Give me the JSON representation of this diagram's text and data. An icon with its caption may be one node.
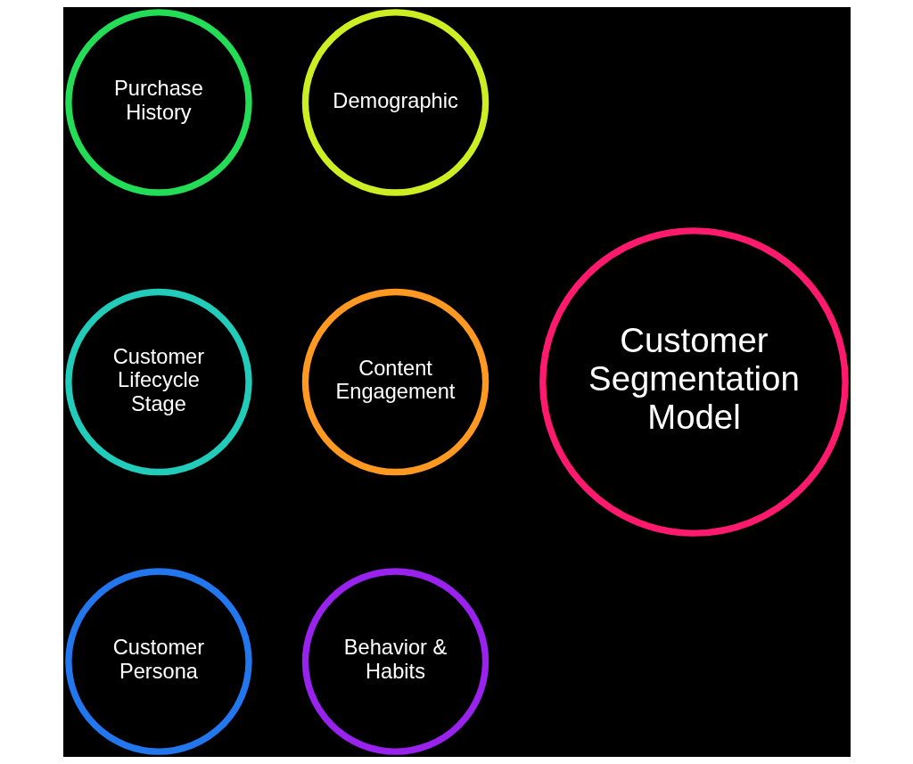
{
  "diagram": {
    "nodes": [
      {
        "text": [
          "Purchase History"
        ]
      },
      {
        "text": [
          "Demographic"
        ]
      },
      {
        "text": [
          "Customer Lifecycle Stage"
        ]
      },
      {
        "text": [
          "Customer Segmentation Model"
        ]
      },
      {
        "text": [
          "Content Engagement"
        ]
      },
      {
        "text": [
          "Customer Persona"
        ]
      },
      {
        "text": [
          "Behavior & Habits"
        ]
      }
    ]
  }
}
